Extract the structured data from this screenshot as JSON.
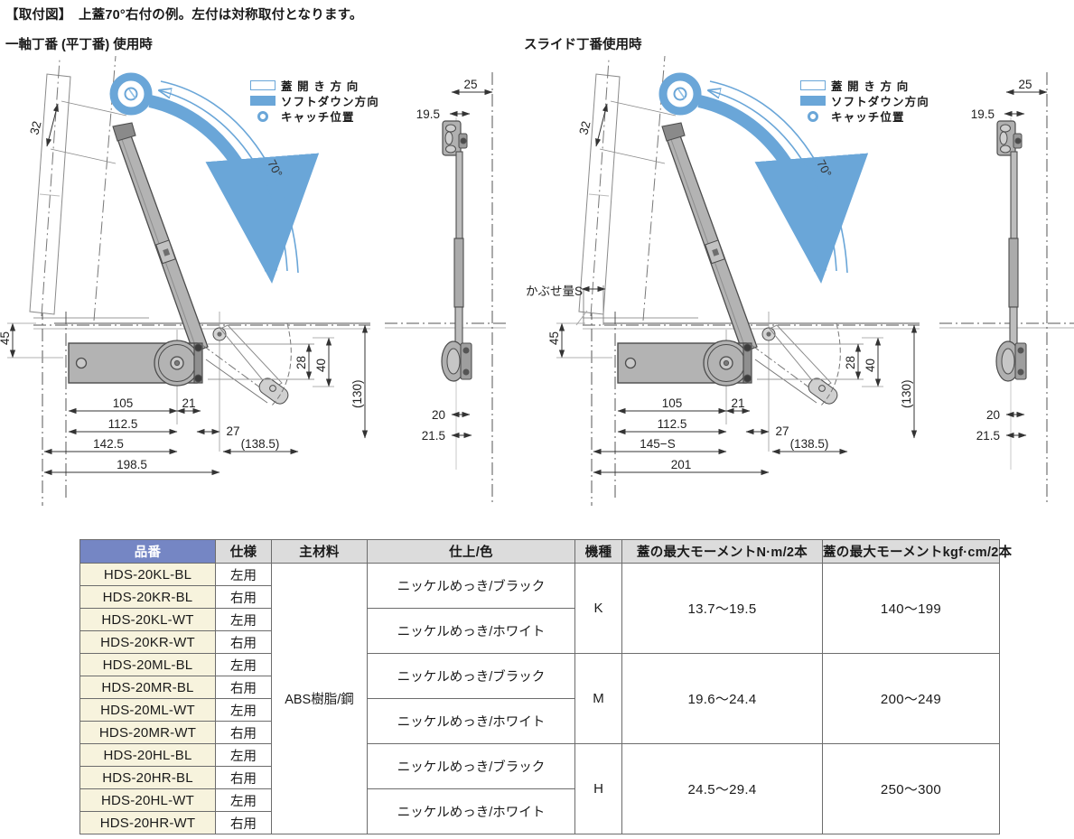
{
  "document": {
    "title": "【取付図】　上蓋70°右付の例。左付は対称取付となります。"
  },
  "panels": [
    {
      "id": "hirachoban",
      "title": "一軸丁番 (平丁番) 使用時"
    },
    {
      "id": "slidechoban",
      "title": "スライド丁番使用時"
    }
  ],
  "legend": {
    "items": [
      {
        "label": "蓋 開 き 方 向",
        "swatch": "open-direction-swatch"
      },
      {
        "label": "ソフトダウン方向",
        "swatch": "soft-down-swatch"
      },
      {
        "label": "キャッチ位置",
        "swatch": "catch-position-swatch"
      }
    ]
  },
  "colors": {
    "accent_blue": "#6aa6d8",
    "header_part_bg": "#7586c4",
    "header_bg": "#dcdcdc",
    "part_cell_bg": "#f7f3dd",
    "line": "#5a5a5a",
    "body_fill": "#b3b3b3"
  },
  "diagram_left": {
    "angle_label": "70°",
    "dim_32": "32",
    "dim_45": "45",
    "dim_28": "28",
    "dim_40": "40",
    "dim_130": "(130)",
    "dim_105": "105",
    "dim_21": "21",
    "dim_27": "27",
    "dim_112_5": "112.5",
    "dim_138_5": "(138.5)",
    "dim_142_5": "142.5",
    "dim_198_5": "198.5",
    "side": {
      "dim_25": "25",
      "dim_19_5": "19.5",
      "dim_20": "20",
      "dim_21_5": "21.5"
    }
  },
  "diagram_right": {
    "angle_label": "70°",
    "dim_32": "32",
    "dim_45": "45",
    "dim_28": "28",
    "dim_40": "40",
    "dim_130": "(130)",
    "dim_105": "105",
    "dim_21": "21",
    "dim_27": "27",
    "dim_112_5": "112.5",
    "dim_138_5": "(138.5)",
    "dim_145_s": "145−S",
    "dim_201": "201",
    "overlay_label": "かぶせ量S",
    "side": {
      "dim_25": "25",
      "dim_19_5": "19.5",
      "dim_20": "20",
      "dim_21_5": "21.5"
    }
  },
  "table": {
    "headers": [
      "品番",
      "仕様",
      "主材料",
      "仕上/色",
      "機種",
      "蓋の最大モーメントN·m/2本",
      "蓋の最大モーメントkgf·cm/2本"
    ],
    "material": "ABS樹脂/鋼",
    "rows": [
      {
        "part": "HDS-20KL-BL",
        "spec": "左用"
      },
      {
        "part": "HDS-20KR-BL",
        "spec": "右用"
      },
      {
        "part": "HDS-20KL-WT",
        "spec": "左用"
      },
      {
        "part": "HDS-20KR-WT",
        "spec": "右用"
      },
      {
        "part": "HDS-20ML-BL",
        "spec": "左用"
      },
      {
        "part": "HDS-20MR-BL",
        "spec": "右用"
      },
      {
        "part": "HDS-20ML-WT",
        "spec": "左用"
      },
      {
        "part": "HDS-20MR-WT",
        "spec": "右用"
      },
      {
        "part": "HDS-20HL-BL",
        "spec": "左用"
      },
      {
        "part": "HDS-20HR-BL",
        "spec": "右用"
      },
      {
        "part": "HDS-20HL-WT",
        "spec": "左用"
      },
      {
        "part": "HDS-20HR-WT",
        "spec": "右用"
      }
    ],
    "finishes": [
      "ニッケルめっき/ブラック",
      "ニッケルめっき/ホワイト",
      "ニッケルめっき/ブラック",
      "ニッケルめっき/ホワイト",
      "ニッケルめっき/ブラック",
      "ニッケルめっき/ホワイト"
    ],
    "groups": [
      {
        "type": "K",
        "nm": "13.7～19.5",
        "kgf": "140～199"
      },
      {
        "type": "M",
        "nm": "19.6～24.4",
        "kgf": "200～249"
      },
      {
        "type": "H",
        "nm": "24.5～29.4",
        "kgf": "250～300"
      }
    ]
  }
}
